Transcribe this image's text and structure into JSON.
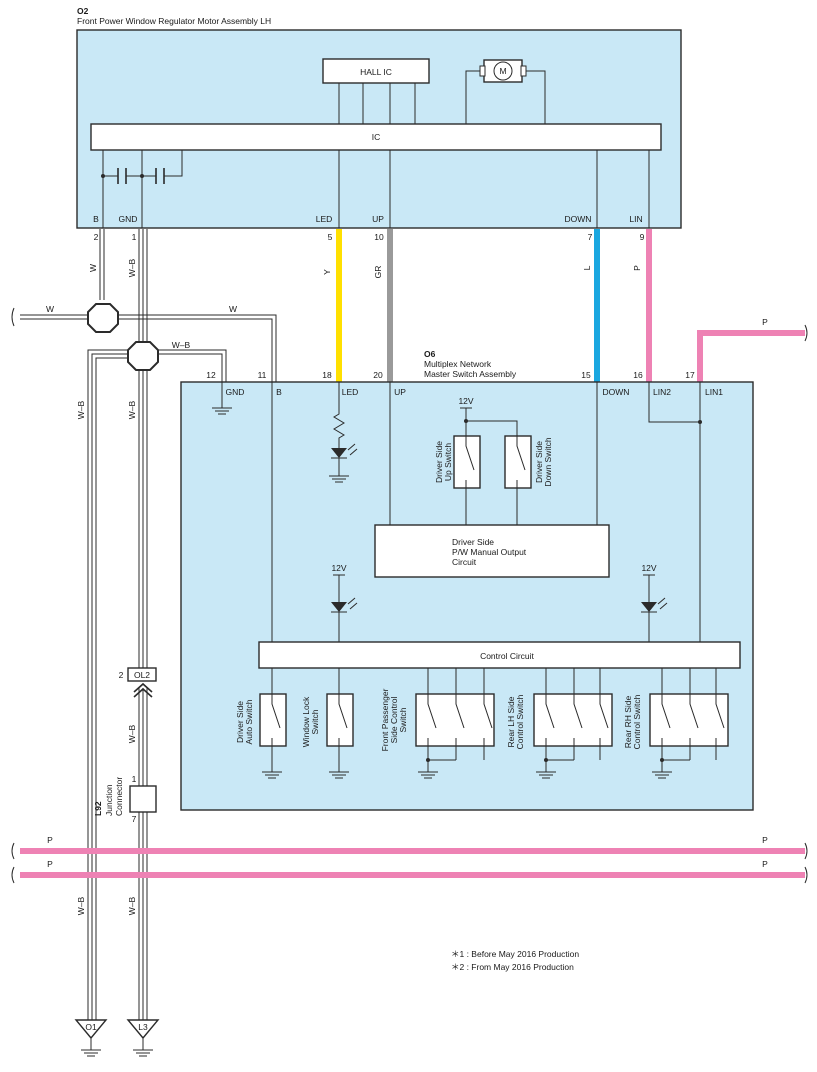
{
  "colors": {
    "module_fill": "#c9e8f6",
    "wire_y": "#ffe000",
    "wire_gr": "#9a9a9a",
    "wire_l": "#1aa7e0",
    "wire_p": "#ee82b4"
  },
  "o2": {
    "code": "O2",
    "title": "Front Power Window Regulator Motor Assembly LH",
    "hall_ic": "HALL IC",
    "motor": "M",
    "ic": "IC",
    "terminals": {
      "b": "B",
      "gnd": "GND",
      "led": "LED",
      "up": "UP",
      "down": "DOWN",
      "lin": "LIN"
    },
    "pins": {
      "b": "2",
      "gnd": "1",
      "led": "5",
      "up": "10",
      "down": "7",
      "lin": "9"
    }
  },
  "wires": {
    "w": "W",
    "wb": "W–B",
    "y": "Y",
    "gr": "GR",
    "l": "L",
    "p": "P"
  },
  "o6": {
    "code": "O6",
    "title_line1": "Multiplex Network",
    "title_line2": "Master Switch Assembly",
    "terminals": {
      "gnd": "GND",
      "b": "B",
      "led": "LED",
      "up": "UP",
      "down": "DOWN",
      "lin2": "LIN2",
      "lin1": "LIN1"
    },
    "pins": {
      "gnd": "12",
      "b": "11",
      "led": "18",
      "up": "20",
      "down": "15",
      "lin2": "16",
      "lin1": "17"
    },
    "v12": "12V",
    "up_switch": [
      "Driver Side",
      "Up Switch"
    ],
    "down_switch": [
      "Driver Side",
      "Down Switch"
    ],
    "manual_circuit": [
      "Driver Side",
      "P/W Manual Output",
      "Circuit"
    ],
    "control_circuit": "Control Circuit",
    "auto_switch": [
      "Driver Side",
      "Auto Switch"
    ],
    "lock_switch": [
      "Window Lock",
      "Switch"
    ],
    "fp_switch": [
      "Front Passenger",
      "Side Control",
      "Switch"
    ],
    "rl_switch": [
      "Rear LH Side",
      "Control Switch"
    ],
    "rr_switch": [
      "Rear RH Side",
      "Control Switch"
    ]
  },
  "connectors": {
    "ol2": "OL2",
    "ol2_pin": "2",
    "l92_code": "L92",
    "l92_name": [
      "Junction",
      "Connector"
    ],
    "l92_pin_top": "1",
    "l92_pin_bottom": "7",
    "ground1": "O1",
    "ground2": "L3"
  },
  "notes": {
    "n1": "＊1 : Before May 2016 Production",
    "n2": "＊2 : From May 2016 Production"
  }
}
